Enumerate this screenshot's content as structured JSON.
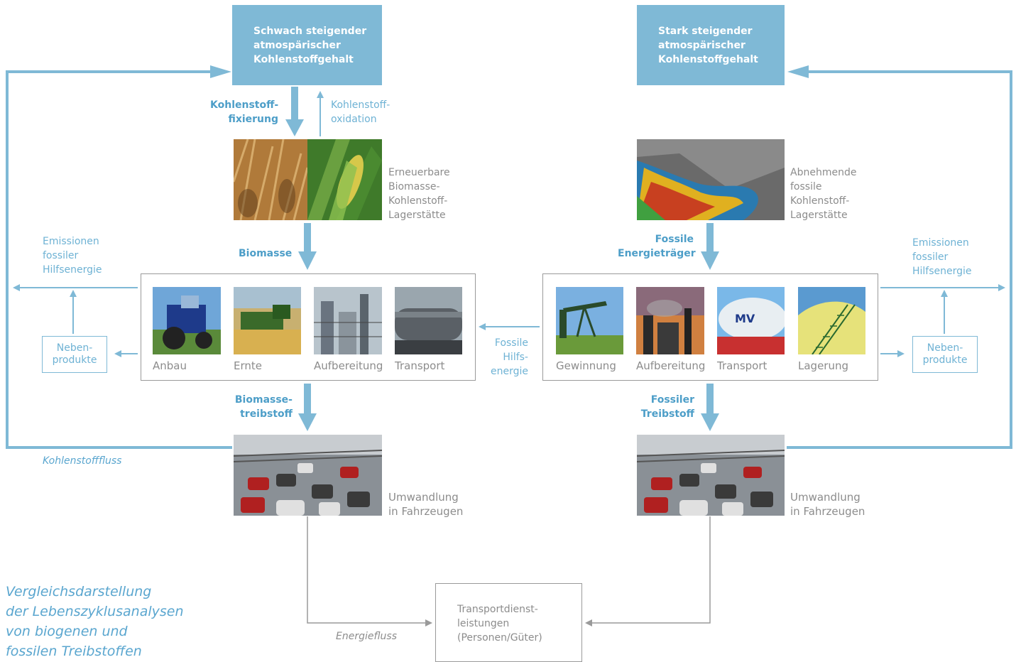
{
  "left": {
    "top_box": [
      "Schwach steigender",
      "atmospärischer",
      "Kohlenstoffgehalt"
    ],
    "fixation_label": [
      "Kohlenstoff-",
      "fixierung"
    ],
    "oxidation_label": [
      "Kohlenstoff-",
      "oxidation"
    ],
    "storage_label": [
      "Erneuerbare",
      "Biomasse-",
      "Kohlenstoff-",
      "Lagerstätte"
    ],
    "fuel_input_label": "Biomasse",
    "emissions_label": [
      "Emissionen",
      "fossiler",
      "Hilfsenergie"
    ],
    "byproducts_label": [
      "Neben-",
      "produkte"
    ],
    "steps": [
      "Anbau",
      "Ernte",
      "Aufbereitung",
      "Transport"
    ],
    "fuel_output_label": [
      "Biomasse-",
      "treibstoff"
    ],
    "conversion_label": [
      "Umwandlung",
      "in Fahrzeugen"
    ]
  },
  "right": {
    "top_box": [
      "Stark steigender",
      "atmospärischer",
      "Kohlenstoffgehalt"
    ],
    "storage_label": [
      "Abnehmende",
      "fossile",
      "Kohlenstoff-",
      "Lagerstätte"
    ],
    "fuel_input_label": [
      "Fossile",
      "Energieträger"
    ],
    "emissions_label": [
      "Emissionen",
      "fossiler",
      "Hilfsenergie"
    ],
    "byproducts_label": [
      "Neben-",
      "produkte"
    ],
    "steps": [
      "Gewinnung",
      "Aufbereitung",
      "Transport",
      "Lagerung"
    ],
    "fuel_output_label": [
      "Fossiler",
      "Treibstoff"
    ],
    "conversion_label": [
      "Umwandlung",
      "in Fahrzeugen"
    ]
  },
  "middle": {
    "auxiliary_label": [
      "Fossile",
      "Hilfs-",
      "energie"
    ],
    "carbon_flow_label": "Kohlenstofffluss",
    "energy_flow_label": "Energiefluss",
    "service_box": [
      "Transportdienst-",
      "leistungen",
      "(Personen/Güter)"
    ]
  },
  "caption": [
    "Vergleichsdarstellung",
    "der Lebenszyklusanalysen",
    "von biogenen und",
    "fossilen Treibstoffen"
  ],
  "colors": {
    "accent": "#7fb9d6",
    "accent_text": "#4d9ec8",
    "frame": "#9a9a9a",
    "text": "#8c8c8c"
  }
}
